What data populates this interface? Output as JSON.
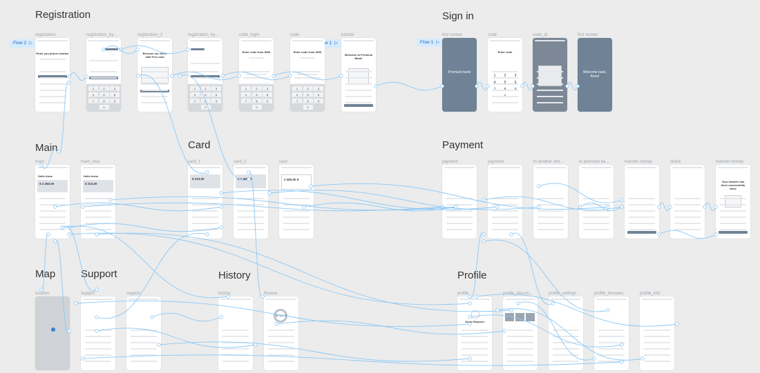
{
  "sections": {
    "registration": "Registration",
    "sign_in": "Sign in",
    "main": "Main",
    "card": "Card",
    "payment": "Payment",
    "map": "Map",
    "support": "Support",
    "history": "History",
    "profile": "Profile"
  },
  "flows": {
    "flow2": "Flow 2",
    "flow1_a": "Flow 1",
    "flow1_b": "Flow 1"
  },
  "frame_labels": {
    "registration": "registration",
    "registration_by": "registration_by...",
    "registration_2": "registration_2",
    "registration_by2": "registration_by...",
    "code_login": "code_login",
    "code": "code",
    "tutorial": "tutorial",
    "first_screen": "first screen",
    "code_si": "code",
    "code_id": "code_id",
    "first_screen2": "first screen",
    "main": "main",
    "main_visa": "main_visa",
    "card_1": "card_1",
    "card_2": "card_2",
    "card": "card",
    "payment": "payment",
    "payment2": "payment",
    "to_another": "to another cho...",
    "to_premium": "to premium ba...",
    "transfer_money": "transfer money",
    "check": "check",
    "transfer_money2": "transfer money",
    "location": "location",
    "support": "support",
    "support2": "support",
    "history": "history",
    "finance": "finance",
    "profile": "profile",
    "profile_docum": "profile_docum...",
    "profile_settings": "profile_settings",
    "profile_bonuses": "profile_bonuses",
    "profile_info": "profile_info"
  },
  "screen_text": {
    "premium_bank": "Premium bank",
    "welcome_back": "Welcome back, Anna!",
    "enter_phone": "Enter you phone number",
    "become_client": "Become our client with Free card",
    "enter_code_login": "Enter code from SMS",
    "enter_code": "Enter code from SMS",
    "welcome_premium": "Welcome to Premium Bank!",
    "enter_code_si": "Enter code",
    "hello_anna": "Hello Anna",
    "balance_main": "$ 2 450,00",
    "balance_visa": "$ 210,00",
    "balance_card1": "$ 210,00",
    "balance_card2": "$ 2 450,00",
    "balance_card": "2 450,00 $",
    "your_transfer": "Your transfer has been successfully done",
    "finance_amount": "$2 402,79",
    "profile_name": "Anna Simpson"
  },
  "keypad": [
    "1",
    "2",
    "3",
    "4",
    "5",
    "6",
    "7",
    "8",
    "9",
    "0"
  ],
  "colors": {
    "background": "#ececec",
    "link": "#8cc8f5",
    "flow_tag_bg": "#d6ebff",
    "flow_tag_text": "#1d63b8",
    "dark_screen": "#6f8296"
  }
}
